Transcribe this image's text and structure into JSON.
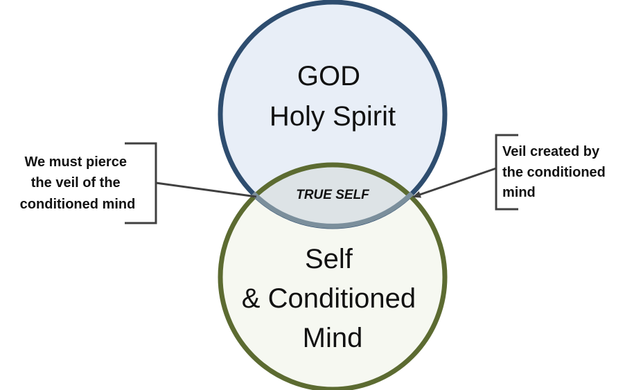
{
  "top_circle": {
    "lines": [
      "GOD",
      "Holy Spirit"
    ],
    "fill": "#e8eef7",
    "stroke": "#2e4d6f"
  },
  "bottom_circle": {
    "lines": [
      "Self",
      "& Conditioned",
      "Mind"
    ],
    "fill": "#f6f8f1",
    "stroke": "#5c6b31"
  },
  "overlap": {
    "label": "TRUE SELF",
    "fill": "#dde3e6",
    "veil_color": "#7b8f9c"
  },
  "left_note": {
    "lines": [
      "We must pierce",
      "the veil of the",
      "conditioned mind"
    ]
  },
  "right_note": {
    "lines": [
      "Veil created by",
      "the conditioned",
      "mind"
    ]
  },
  "line_color": "#404040"
}
